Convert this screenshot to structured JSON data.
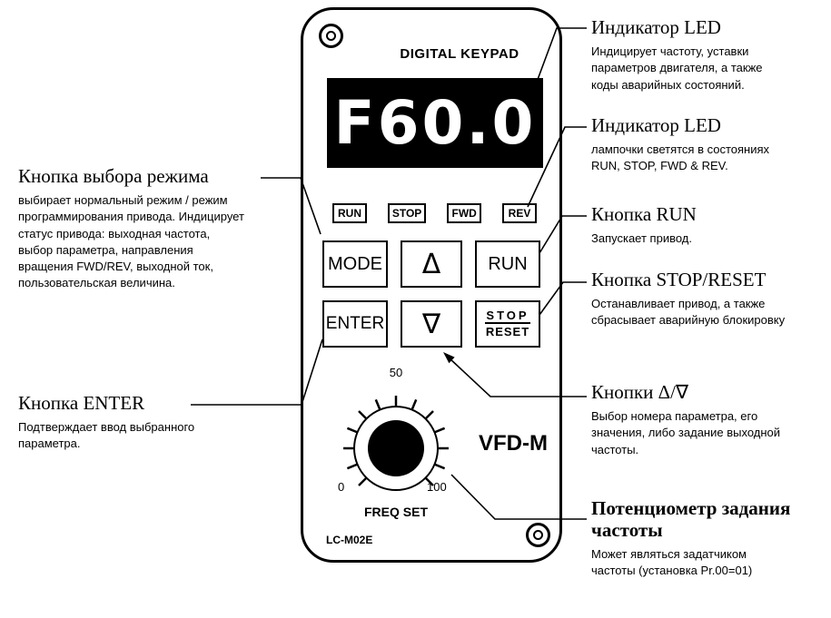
{
  "keypad": {
    "title": "DIGITAL KEYPAD",
    "display": "F60.0",
    "status_labels": [
      "RUN",
      "STOP",
      "FWD",
      "REV"
    ],
    "buttons": {
      "mode": "MODE",
      "up": "Δ",
      "run": "RUN",
      "enter": "ENTER",
      "down": "∇",
      "stop": "STOP",
      "reset": "RESET"
    },
    "knob": {
      "label": "FREQ SET",
      "scale_min": "0",
      "scale_mid": "50",
      "scale_max": "100"
    },
    "model": "VFD-M",
    "board_label": "LC-M02E"
  },
  "annotations": {
    "left": [
      {
        "title": "Кнопка выбора режима",
        "body": "выбирает нормальный режим / режим программирования привода. Индицирует статус привода: выходная частота, выбор параметра, направления вращения FWD/REV, выходной ток, пользовательская величина."
      },
      {
        "title": "Кнопка ENTER",
        "body": "Подтверждает ввод выбранного параметра."
      }
    ],
    "right": [
      {
        "title": "Индикатор LED",
        "body": "Индицирует частоту, уставки параметров двигателя, а также коды аварийных состояний."
      },
      {
        "title": "Индикатор LED",
        "body": "лампочки светятся в состояниях RUN, STOP, FWD & REV."
      },
      {
        "title": "Кнопка RUN",
        "body": "Запускает привод."
      },
      {
        "title": "Кнопка STOP/RESET",
        "body": "Останавливает привод, а также сбрасывает аварийную блокировку"
      },
      {
        "title": "Кнопки Δ/∇",
        "body": "Выбор номера параметра, его значения, либо задание выходной частоты."
      },
      {
        "title": "Потенциометр задания частоты",
        "body": "Может являться задатчиком частоты (установка Pr.00=01)"
      }
    ]
  },
  "colors": {
    "line": "#000000",
    "display_bg": "#000000",
    "display_text": "#ffffff"
  }
}
